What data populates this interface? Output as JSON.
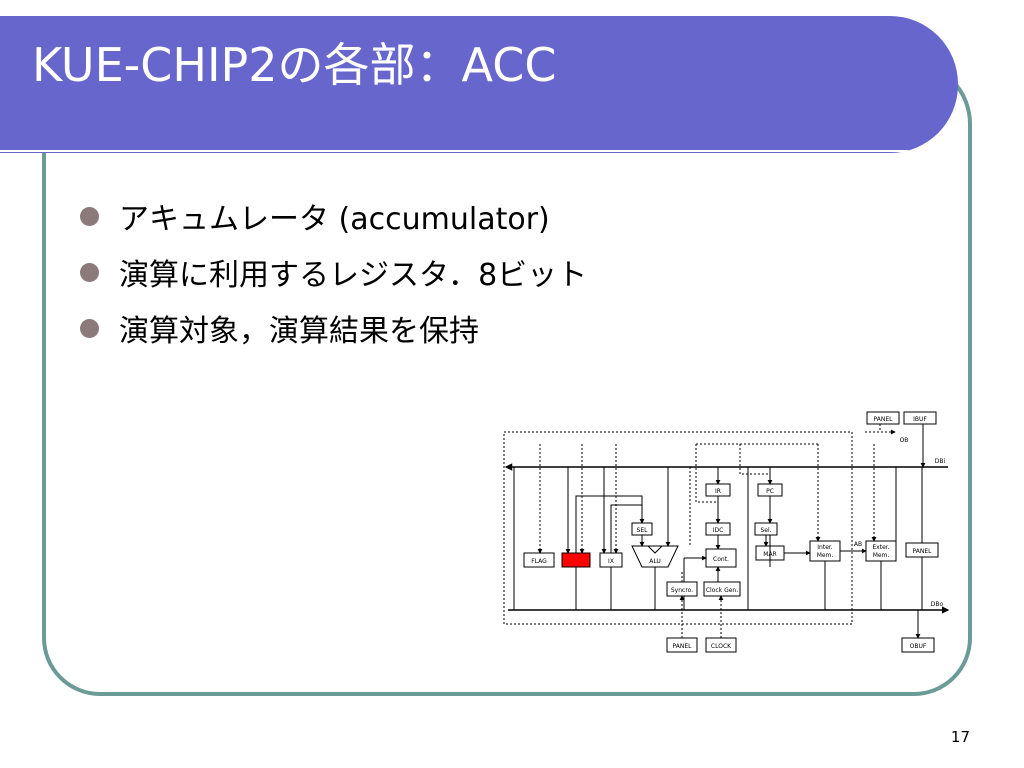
{
  "slide": {
    "title": "KUE-CHIP2の各部：ACC",
    "page_number": "17",
    "bullets": [
      "アキュムレータ (accumulator)",
      "演算に利用するレジスタ．8ビット",
      "演算対象，演算結果を保持"
    ]
  },
  "diagram": {
    "highlight_color": "#ff0000",
    "accent": "#6666cc",
    "labels": {
      "panel_top": "PANEL",
      "ibuf": "IBUF",
      "ob": "OB",
      "dbi": "DBi",
      "dbo": "DBo",
      "ab": "AB",
      "ir": "IR",
      "pc": "PC",
      "sel1": "SEL",
      "idc": "IDC",
      "sel2": "Sel.",
      "flag": "FLAG",
      "ix": "IX",
      "alu": "ALU",
      "cont": "Cont.",
      "mar": "MAR",
      "inter_mem_1": "Inter.",
      "inter_mem_2": "Mem.",
      "exter_mem_1": "Exter.",
      "exter_mem_2": "Mem.",
      "panel_right": "PANEL",
      "syncro": "Syncro.",
      "clock_gen": "Clock Gen.",
      "panel_bottom": "PANEL",
      "clock": "CLOCK",
      "obuf": "OBUF"
    }
  }
}
